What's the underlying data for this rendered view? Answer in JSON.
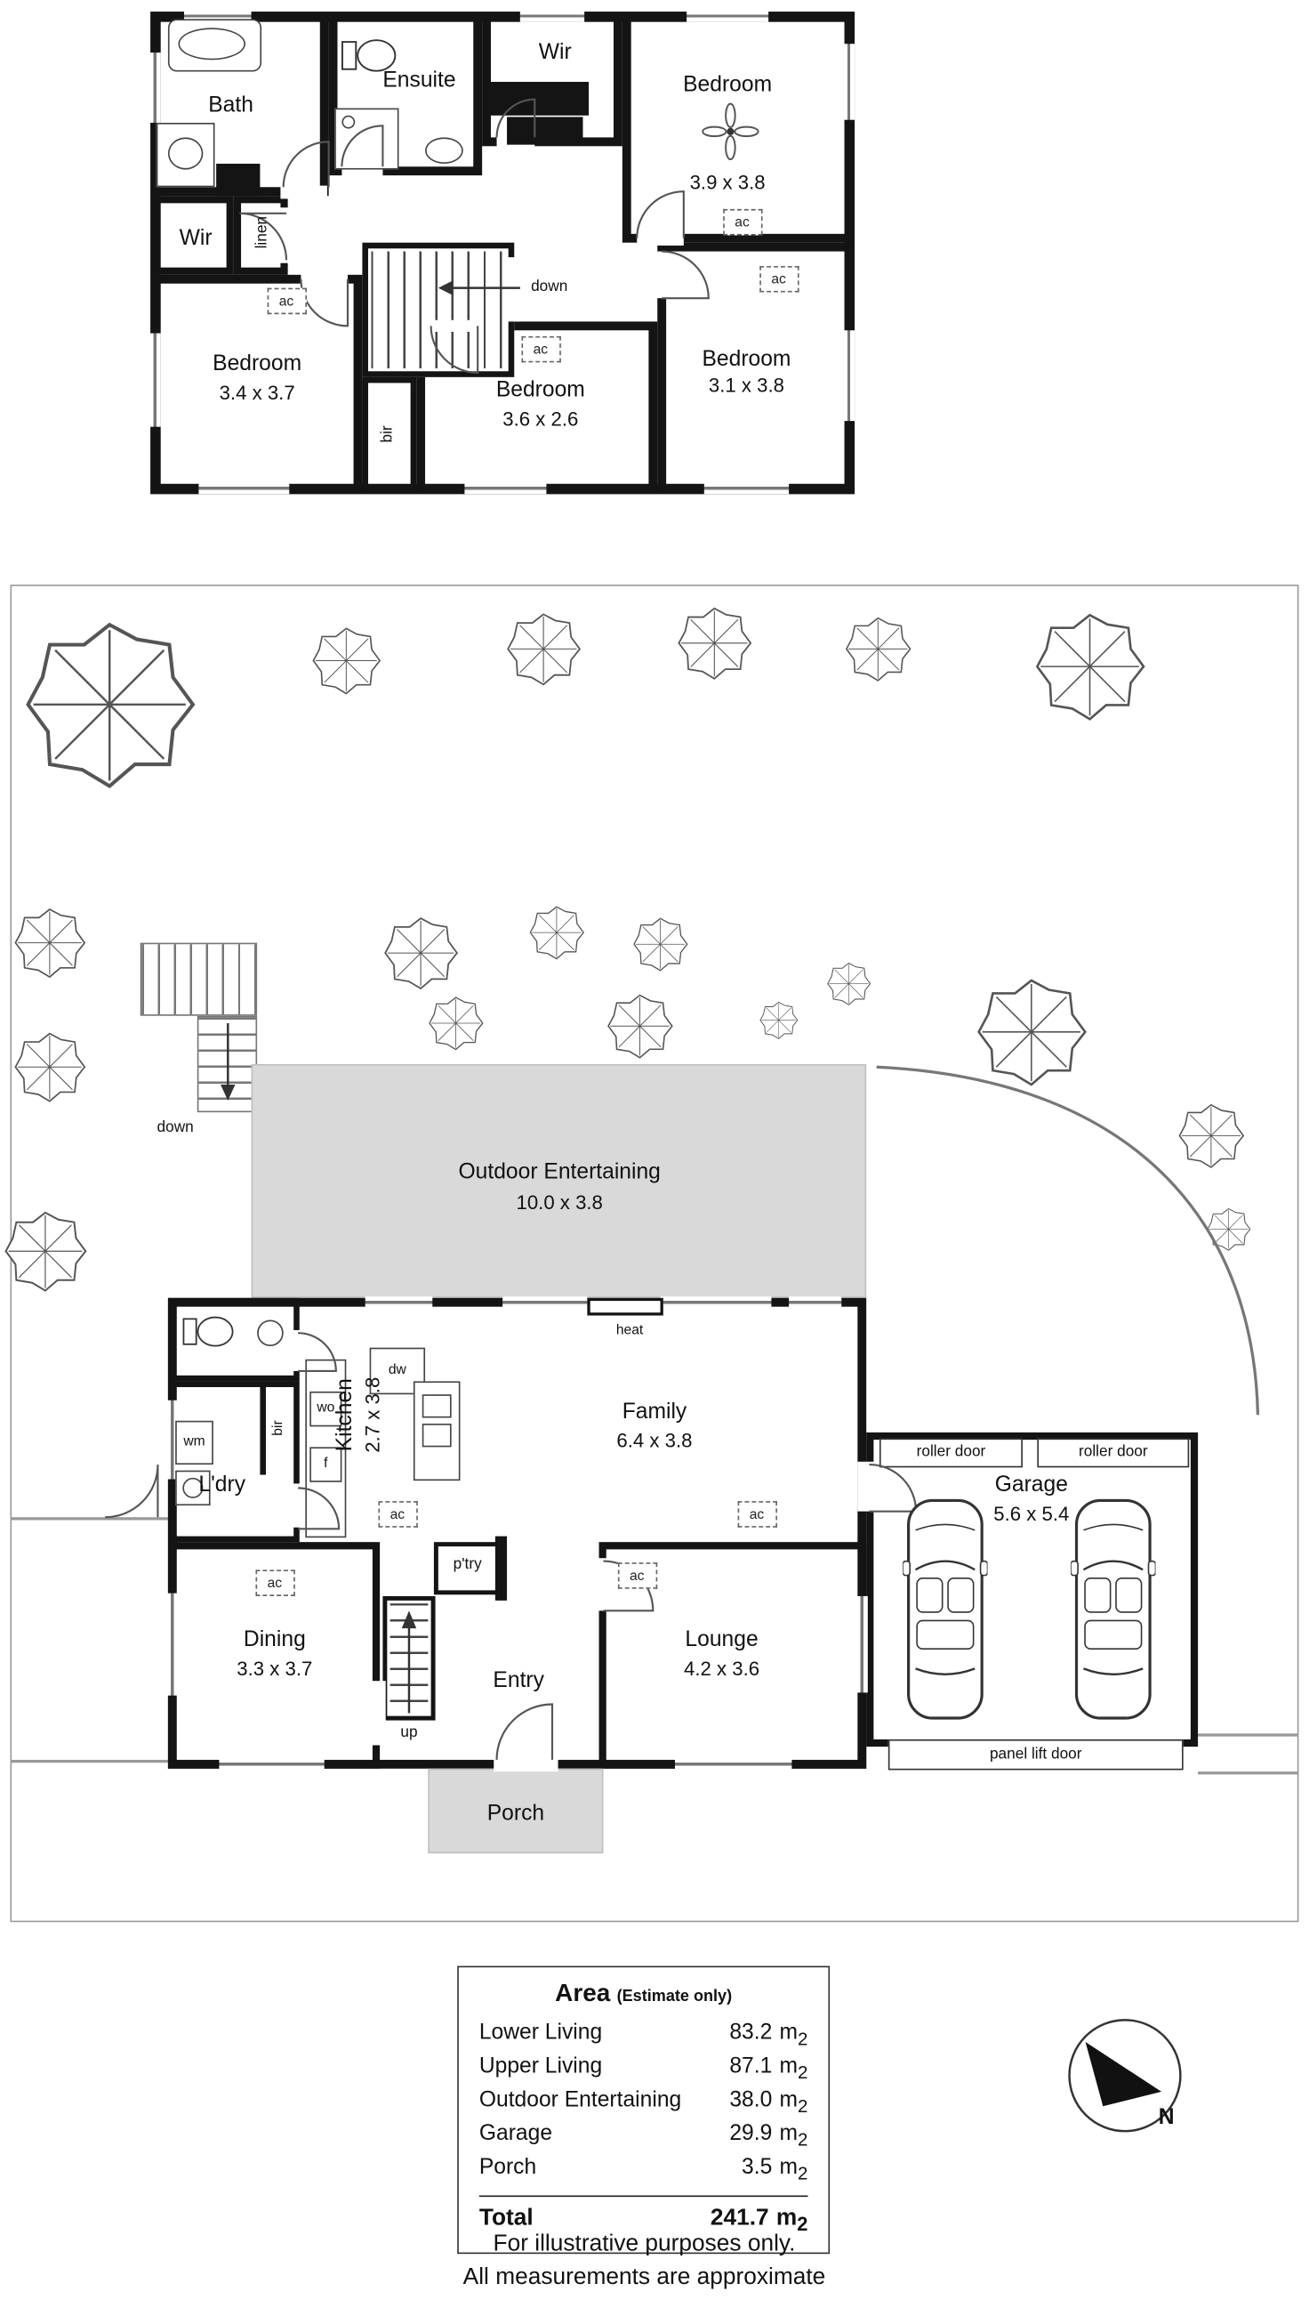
{
  "colors": {
    "wall": "#141414",
    "shading": "#d9d9d9",
    "dashed_marker": "#666"
  },
  "upper_floor": {
    "rooms": {
      "bath": "Bath",
      "ensuite": "Ensuite",
      "wir_top": "Wir",
      "wir_left": "Wir",
      "linen": "linen",
      "bir": "bir",
      "bedroom_top_right": {
        "name": "Bedroom",
        "dims": "3.9 x 3.8"
      },
      "bedroom_left": {
        "name": "Bedroom",
        "dims": "3.4 x 3.7"
      },
      "bedroom_middle": {
        "name": "Bedroom",
        "dims": "3.6 x 2.6"
      },
      "bedroom_bottom_right": {
        "name": "Bedroom",
        "dims": "3.1 x 3.8"
      }
    },
    "labels": {
      "down": "down",
      "ac": "ac"
    }
  },
  "lower_floor": {
    "outdoor_entertaining": {
      "name": "Outdoor Entertaining",
      "dims": "10.0 x 3.8"
    },
    "rooms": {
      "laundry": "L'dry",
      "kitchen": {
        "name": "Kitchen",
        "dims": "2.7 x 3.8"
      },
      "family": {
        "name": "Family",
        "dims": "6.4 x 3.8"
      },
      "dining": {
        "name": "Dining",
        "dims": "3.3 x 3.7"
      },
      "entry": "Entry",
      "lounge": {
        "name": "Lounge",
        "dims": "4.2 x 3.6"
      },
      "porch": "Porch",
      "garage": {
        "name": "Garage",
        "dims": "5.6 x 5.4"
      }
    },
    "labels": {
      "down": "down",
      "up": "up",
      "ac": "ac",
      "wm": "wm",
      "bir": "bir",
      "wo": "wo",
      "f": "f",
      "dw": "dw",
      "heat": "heat",
      "pantry": "p'try",
      "roller_door": "roller door",
      "panel_lift_door": "panel lift door"
    }
  },
  "area_table": {
    "title": "Area",
    "subtitle": "(Estimate only)",
    "rows": [
      {
        "label": "Lower Living",
        "value": "83.2"
      },
      {
        "label": "Upper Living",
        "value": "87.1"
      },
      {
        "label": "Outdoor Entertaining",
        "value": "38.0"
      },
      {
        "label": "Garage",
        "value": "29.9"
      },
      {
        "label": "Porch",
        "value": "3.5"
      }
    ],
    "unit": "m",
    "unit_sub": "2",
    "total": {
      "label": "Total",
      "value": "241.7"
    }
  },
  "compass": {
    "label": "N"
  },
  "footer": {
    "line1": "For illustrative purposes only.",
    "line2": "All measurements are approximate"
  }
}
